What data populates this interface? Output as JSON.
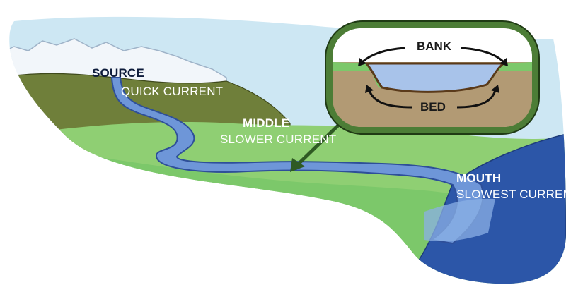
{
  "labels": {
    "source": {
      "title": "SOURCE",
      "subtitle": "QUICK CURRENT"
    },
    "middle": {
      "title": "MIDDLE",
      "subtitle": "SLOWER CURRENT"
    },
    "mouth": {
      "title": "MOUTH",
      "subtitle": "SLOWEST CURRENT"
    }
  },
  "inset": {
    "bank": "BANK",
    "bed": "BED"
  },
  "colors": {
    "sky": "#cde7f3",
    "snow": "#f2f6fa",
    "mountain": "#6f7f3a",
    "valley": "#8fcf73",
    "plain": "#7ccb6a",
    "river": "#6e96d8",
    "river_edge": "#2e4f99",
    "sea": "#2c56a8",
    "soil": "#b29a74",
    "inset_border": "#3f6b2c"
  }
}
